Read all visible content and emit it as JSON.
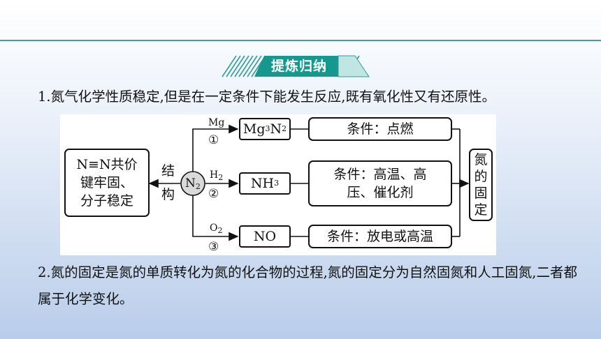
{
  "banner": {
    "title": "提炼归纳"
  },
  "paragraphs": {
    "p1": "1.氮气化学性质稳定,但是在一定条件下能发生反应,既有氧化性又有还原性。",
    "p2": "2.氮的固定是氮的单质转化为氮的化合物的过程,氮的固定分为自然固氮和人工固氮,二者都属于化学变化。"
  },
  "diagram": {
    "structure": {
      "line1": "N≡N共价",
      "line2": "键牢固、",
      "line3": "分子稳定"
    },
    "struct_label": {
      "a": "结",
      "b": "构"
    },
    "center": {
      "symbol": "N",
      "sub": "2"
    },
    "routes": [
      {
        "reagent": "Mg",
        "reagent_sub": "",
        "num": "①",
        "product": "Mg",
        "product_sub1": "3",
        "product_mid": "N",
        "product_sub2": "2",
        "condition": "条件：点燃"
      },
      {
        "reagent": "H",
        "reagent_sub": "2",
        "num": "②",
        "product": "NH",
        "product_sub1": "3",
        "condition_line1": "条件：高温、高",
        "condition_line2": "压、催化剂"
      },
      {
        "reagent": "O",
        "reagent_sub": "2",
        "num": "③",
        "product": "NO",
        "condition": "条件：放电或高温"
      }
    ],
    "fixation": [
      "氮",
      "的",
      "固",
      "定"
    ]
  }
}
